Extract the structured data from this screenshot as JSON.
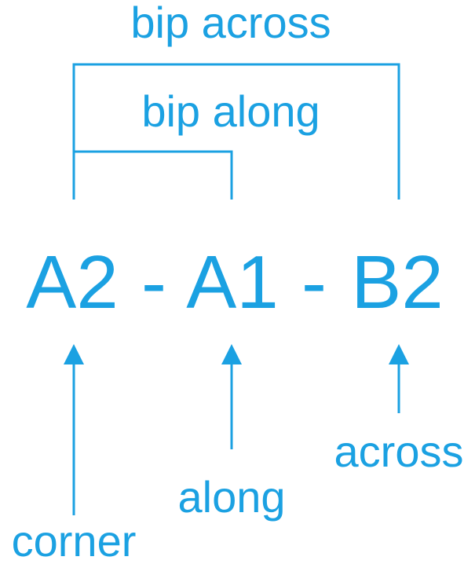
{
  "color": "#1ba1e2",
  "labels": {
    "bip_across": "bip across",
    "bip_along": "bip along",
    "A2": "A2",
    "sep1": "-",
    "A1": "A1",
    "sep2": "-",
    "B2": "B2",
    "across": "across",
    "along": "along",
    "corner": "corner"
  }
}
